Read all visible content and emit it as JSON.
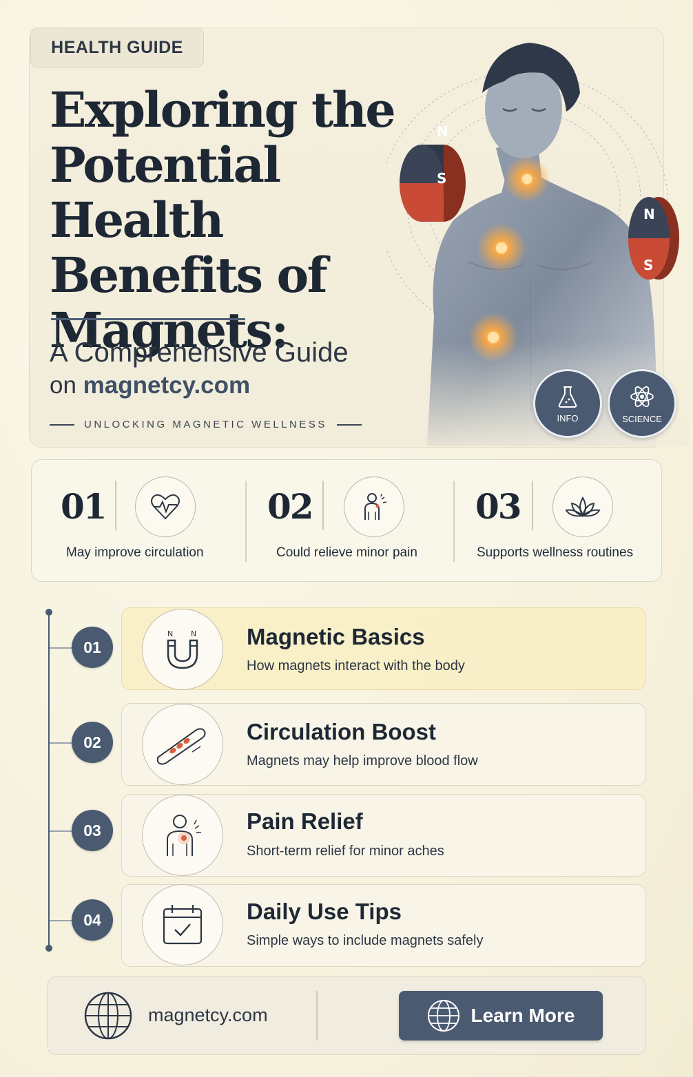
{
  "colors": {
    "background": "#f8f4e4",
    "navy": "#4a5a70",
    "heading": "#1e2835",
    "highlight": "#f9f0c9",
    "magnet_red": "#c94a35",
    "glow": "#f5a04a"
  },
  "hero": {
    "tag": "HEALTH GUIDE",
    "title": "Exploring the Potential Health Benefits of Magnets:",
    "subtitle": "A Comprehensive Guide",
    "site_prefix": "on ",
    "site": "magnetcy.com",
    "tagline": "UNLOCKING MAGNETIC WELLNESS",
    "magnet_north": "N",
    "magnet_south": "S",
    "badges": [
      {
        "label": "INFO",
        "icon": "flask-icon"
      },
      {
        "label": "SCIENCE",
        "icon": "atom-icon"
      }
    ]
  },
  "benefits": [
    {
      "num": "01",
      "text": "May improve circulation",
      "icon": "heart-pulse-icon"
    },
    {
      "num": "02",
      "text": "Could relieve minor pain",
      "icon": "body-pain-icon"
    },
    {
      "num": "03",
      "text": "Supports wellness routines",
      "icon": "lotus-icon"
    }
  ],
  "steps": [
    {
      "num": "01",
      "title": "Magnetic Basics",
      "desc": "How magnets interact with the body",
      "icon": "horseshoe-magnet-icon",
      "active": true,
      "magnet_pole_left": "N",
      "magnet_pole_right": "N"
    },
    {
      "num": "02",
      "title": "Circulation Boost",
      "desc": "Magnets may help improve blood flow",
      "icon": "blood-vessel-icon",
      "active": false
    },
    {
      "num": "03",
      "title": "Pain Relief",
      "desc": "Short-term relief for minor aches",
      "icon": "shoulder-pain-icon",
      "active": false
    },
    {
      "num": "04",
      "title": "Daily Use Tips",
      "desc": "Simple ways to include magnets safely",
      "icon": "calendar-check-icon",
      "active": false
    }
  ],
  "footer": {
    "site": "magnetcy.com",
    "button_label": "Learn More",
    "icon": "globe-icon"
  }
}
